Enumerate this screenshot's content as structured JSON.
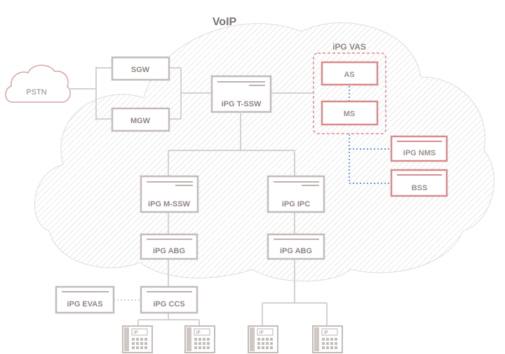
{
  "title": "VoIP",
  "cloud_label": "PSTN",
  "vas_group_label": "iPG VAS",
  "nodes": {
    "sgw": "SGW",
    "mgw": "MGW",
    "tssw": "iPG T-SSW",
    "as": "AS",
    "ms": "MS",
    "nms": "iPG NMS",
    "bss": "BSS",
    "mssw": "iPG M-SSW",
    "ipc": "iPG IPC",
    "abg_left": "iPG ABG",
    "abg_right": "iPG ABG",
    "ccs": "iPG CCS",
    "evas": "iPG EVAS"
  },
  "phone_label": "IP",
  "colors": {
    "gray_border": "#bcb3b0",
    "red_border": "#d98a8a",
    "dotted_link": "#6f9be0",
    "line": "#cfcfcf",
    "text": "#8f8582"
  }
}
